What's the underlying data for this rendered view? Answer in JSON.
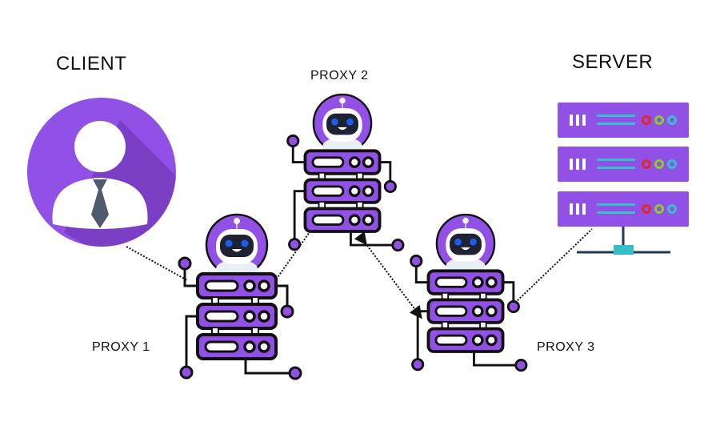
{
  "labels": {
    "client": "CLIENT",
    "server": "SERVER",
    "proxy1": "PROXY 1",
    "proxy2": "PROXY 2",
    "proxy3": "PROXY 3"
  },
  "colors": {
    "purple": "#9150e6",
    "purple_shadow": "#7a3fc4",
    "outline": "#111111",
    "tie": "#4e5a6e",
    "robot_face": "#1f2233",
    "robot_eye": "#1e5cf0",
    "teal": "#36bfc9",
    "led_red": "#e02828",
    "led_green": "#8ccc2a",
    "led_teal": "#36bfc9",
    "navy": "#1f3a5f"
  },
  "connections": [
    {
      "from": "client",
      "to": "proxy1",
      "style": "dotted"
    },
    {
      "from": "proxy1",
      "to": "proxy2",
      "style": "dotted"
    },
    {
      "from": "proxy2",
      "to": "proxy3",
      "style": "dotted-bidirectional"
    },
    {
      "from": "proxy3",
      "to": "server",
      "style": "dotted"
    }
  ]
}
